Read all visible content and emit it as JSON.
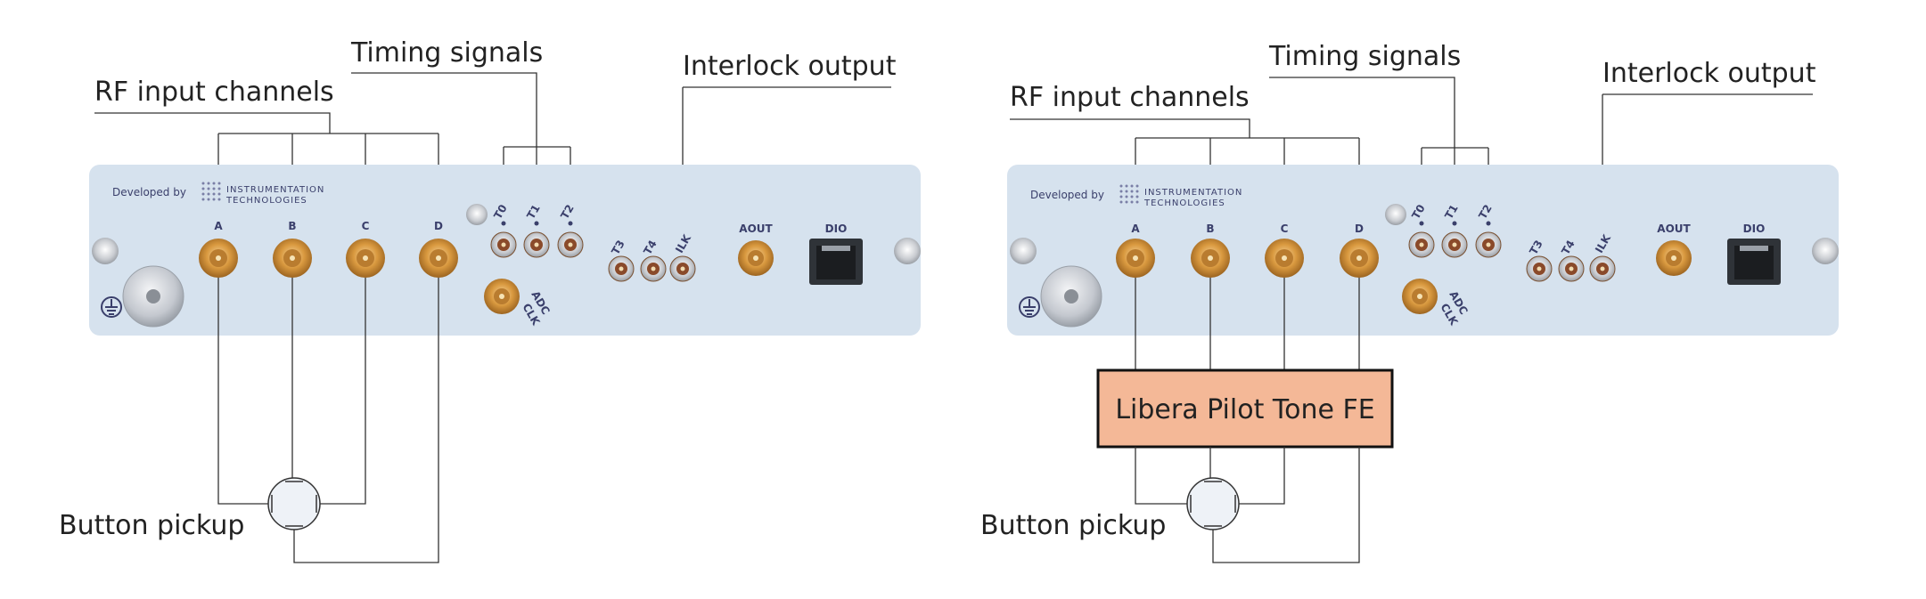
{
  "callouts": {
    "rf_input": "RF input channels",
    "timing": "Timing signals",
    "interlock": "Interlock output",
    "button_pickup": "Button pickup"
  },
  "panel": {
    "developed_by": "Developed by",
    "brand_line1": "INSTRUMENTATION",
    "brand_line2": "TECHNOLOGIES",
    "labels": {
      "a": "A",
      "b": "B",
      "c": "C",
      "d": "D",
      "t0": "T0",
      "t1": "T1",
      "t2": "T2",
      "t3": "T3",
      "t4": "T4",
      "ilk": "ILK",
      "aout": "AOUT",
      "dio": "DIO",
      "adc": "ADC",
      "clk": "CLK"
    }
  },
  "frontend_box": "Libera Pilot Tone FE",
  "colors": {
    "panel": "#d6e2ee",
    "sma_gold": "#d9993f",
    "fe_fill": "#f4b897",
    "wire": "#333333"
  }
}
